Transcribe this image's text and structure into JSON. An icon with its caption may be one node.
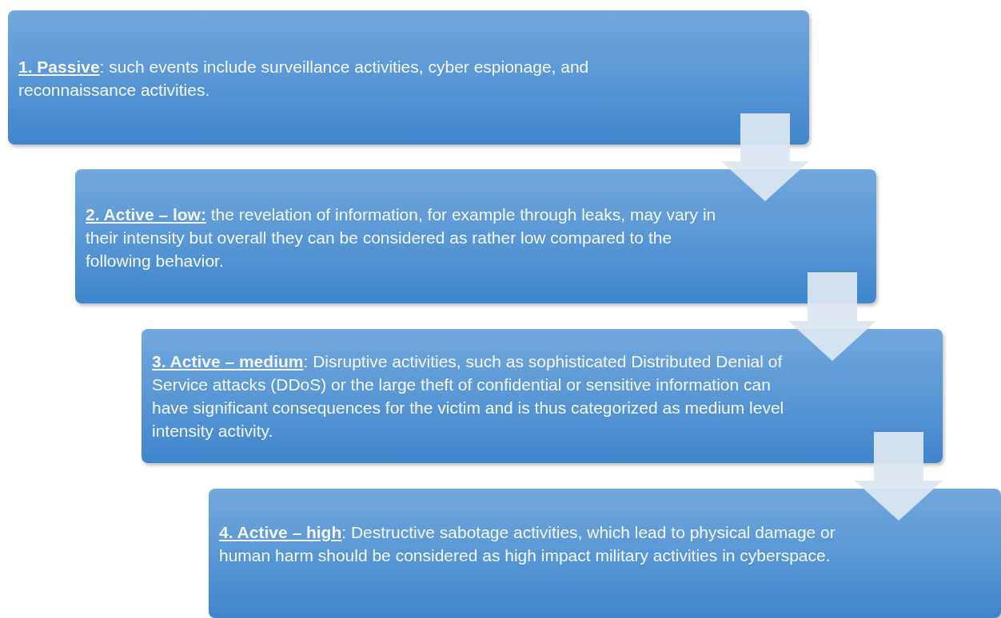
{
  "diagram": {
    "nodes": [
      {
        "text": [
          "**1. Passive**: such events include surveillance activities, cyber espionage, and reconnaissance activities."
        ]
      },
      {
        "text": [
          "**2. Active – low:** the revelation of information, for example through leaks, may vary in their intensity but overall they can be considered as rather low compared to the following behavior."
        ]
      },
      {
        "text": [
          "**3. Active – medium**: Disruptive activities, such as sophisticated Distributed Denial of Service attacks (DDoS) or the large theft of confidential or sensitive information can have significant consequences for the victim and is thus categorized as medium level intensity activity."
        ]
      },
      {
        "text": [
          "**4. Active – high**: Destructive sabotage activities, which lead to physical damage or human harm should be considered as high impact military activities in cyberspace."
        ]
      }
    ],
    "edges": [
      {
        "from": 0,
        "to": 1,
        "arrow": "to"
      },
      {
        "from": 1,
        "to": 2,
        "arrow": "to"
      },
      {
        "from": 2,
        "to": 3,
        "arrow": "to"
      }
    ]
  }
}
